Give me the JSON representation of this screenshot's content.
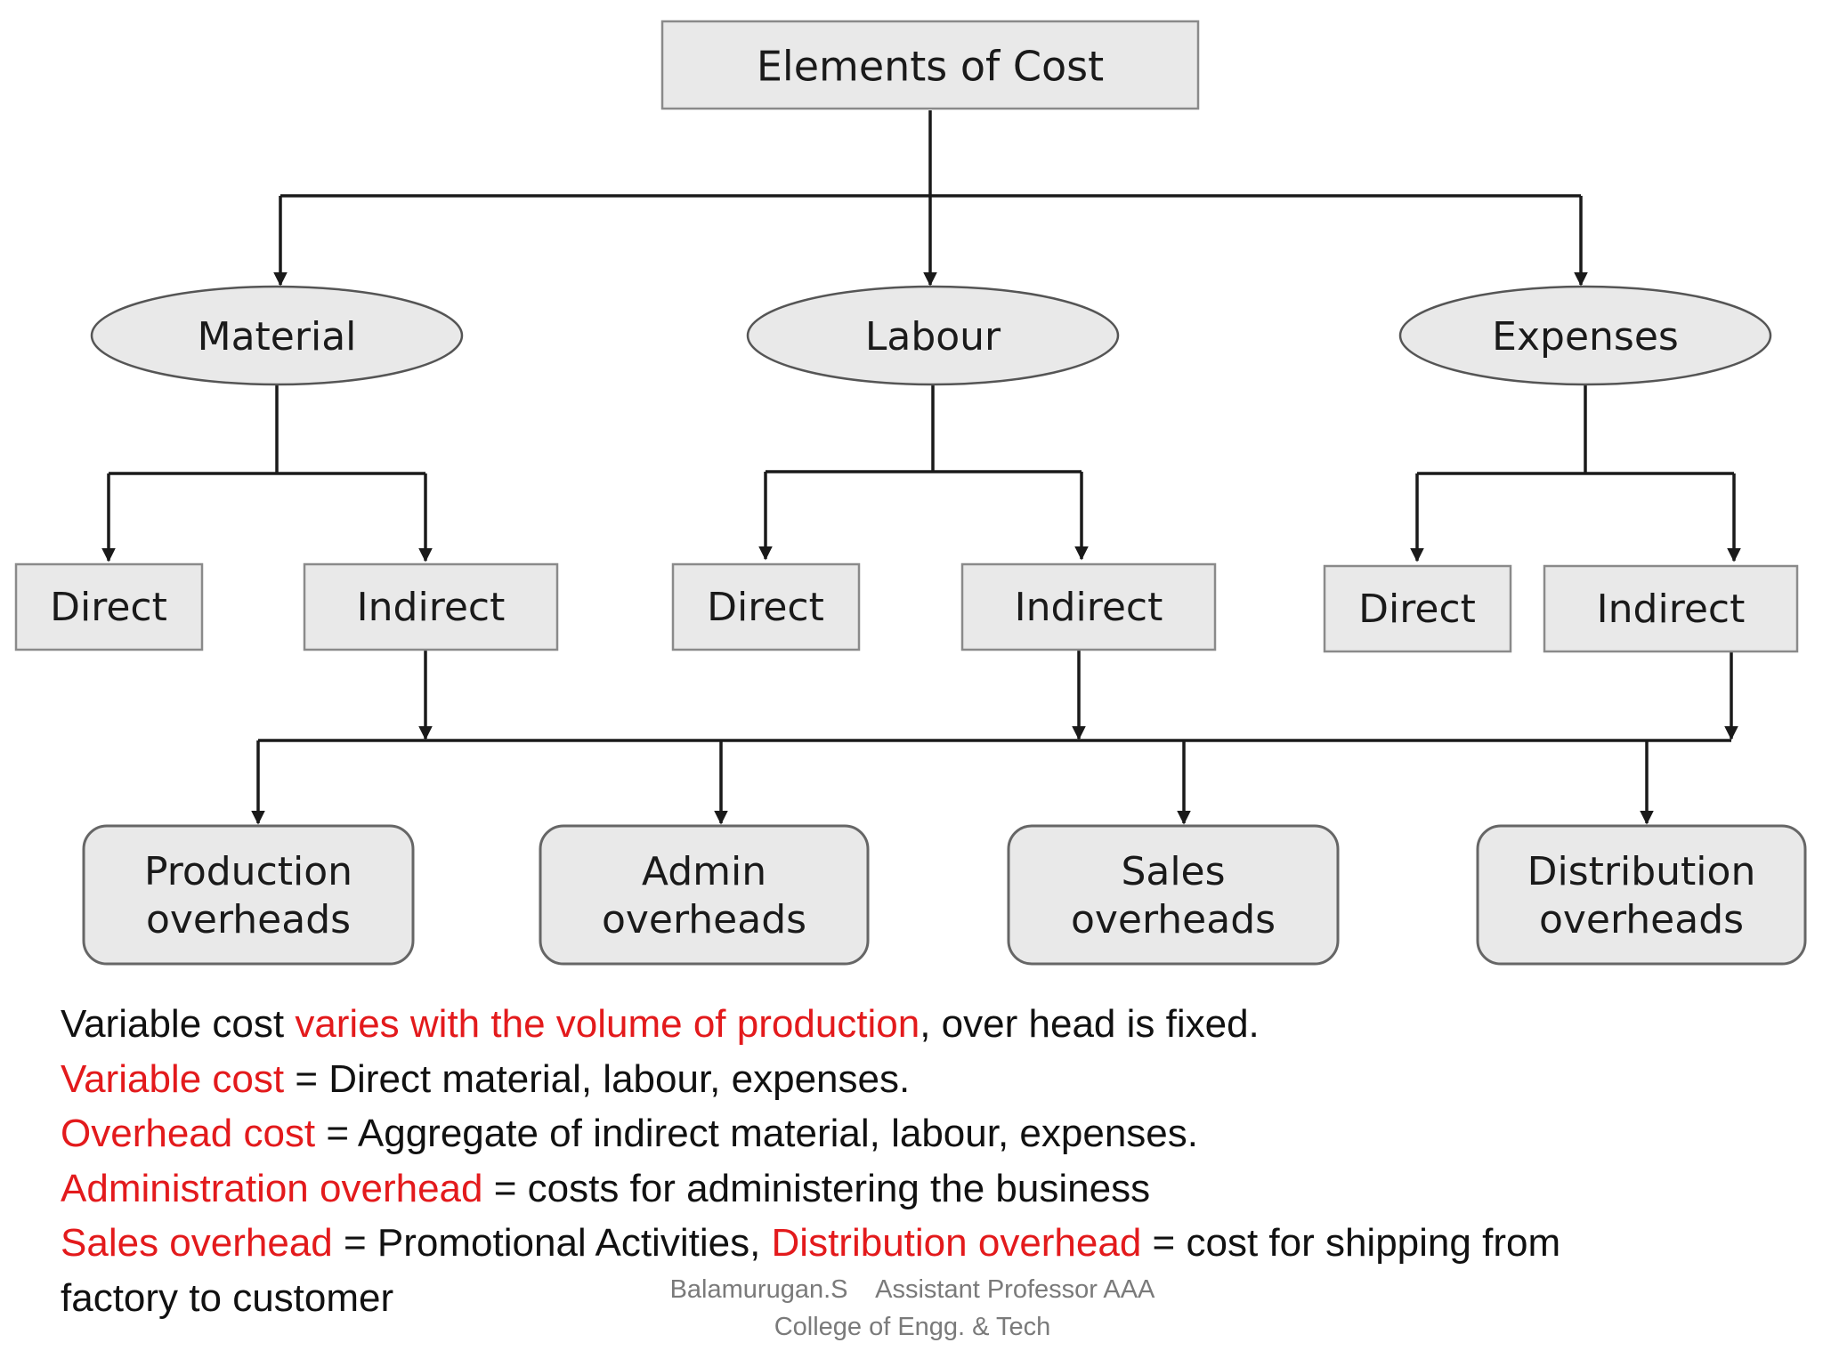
{
  "diagram": {
    "root": "Elements of Cost",
    "categories": [
      "Material",
      "Labour",
      "Expenses"
    ],
    "direct_label": "Direct",
    "indirect_label": "Indirect",
    "overheads": [
      [
        "Production",
        "overheads"
      ],
      [
        "Admin",
        "overheads"
      ],
      [
        "Sales",
        "overheads"
      ],
      [
        "Distribution",
        "overheads"
      ]
    ]
  },
  "notes": {
    "line1": {
      "a": "Variable cost ",
      "b": "varies with the volume of production",
      "c": ", over head is fixed."
    },
    "line2": {
      "a": "Variable cost",
      "b": " = Direct material, labour, expenses."
    },
    "line3": {
      "a": "Overhead cost",
      "b": " = Aggregate of indirect material, labour, expenses."
    },
    "line4": {
      "a": "Administration overhead",
      "b": " = costs for administering the business"
    },
    "line5": {
      "a": "Sales overhead",
      "b": " = Promotional Activities, ",
      "c": "Distribution overhead",
      "d": " = cost for shipping from"
    },
    "line6": "factory to customer"
  },
  "footer": {
    "line1": "Balamurugan.S    Assistant Professor AAA",
    "line2": "College of Engg. & Tech"
  },
  "colors": {
    "highlight": "#e31a1c",
    "node_fill": "#e9e9e9",
    "line": "#1a1a1a"
  }
}
